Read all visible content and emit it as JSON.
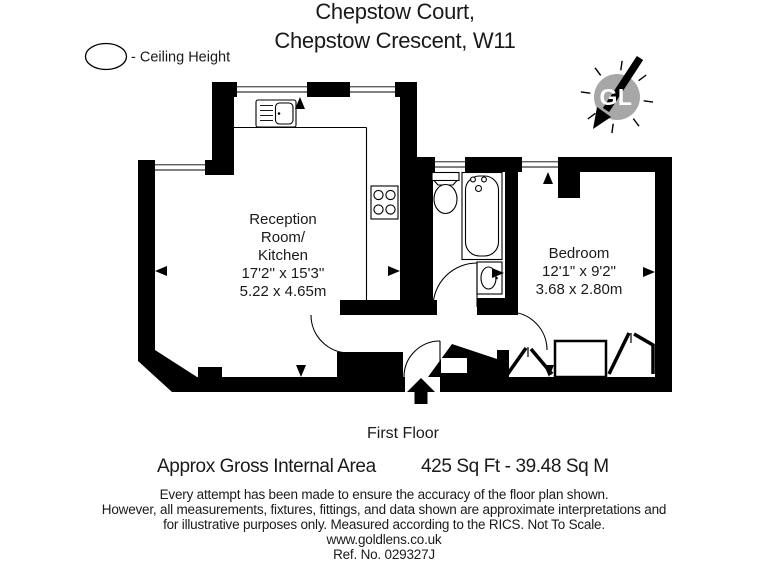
{
  "title": {
    "line1": "Chepstow Court,",
    "line2": "Chepstow Crescent, W11"
  },
  "legend": {
    "symbol": "ceiling-height-ellipse",
    "label": "- Ceiling Height"
  },
  "logo": {
    "initials": "GL",
    "symbol": "compass-sun-with-arrow"
  },
  "rooms": {
    "reception": {
      "name_line1": "Reception",
      "name_line2": "Room/",
      "name_line3": "Kitchen",
      "dims_imperial": "17'2'' x 15'3''",
      "dims_metric": "5.22 x 4.65m"
    },
    "bedroom": {
      "name": "Bedroom",
      "dims_imperial": "12'1\" x 9'2\"",
      "dims_metric": "3.68 x 2.80m"
    }
  },
  "floor_label": "First Floor",
  "area": {
    "label": "Approx Gross Internal Area",
    "value": "425 Sq Ft - 39.48 Sq M"
  },
  "disclaimer": {
    "line1": "Every attempt has been made to ensure the accuracy of the floor plan shown.",
    "line2": "However, all measurements, fixtures, fittings, and data shown are approximate interpretations and",
    "line3": "for illustrative purposes only. Measured according to the RICS. Not To Scale.",
    "website": "www.goldlens.co.uk",
    "reference": "Ref. No. 029327J"
  },
  "colors": {
    "wall": "#000000",
    "background": "#ffffff",
    "logo_circle": "#a7a7a7",
    "text": "#1a1a1a"
  }
}
